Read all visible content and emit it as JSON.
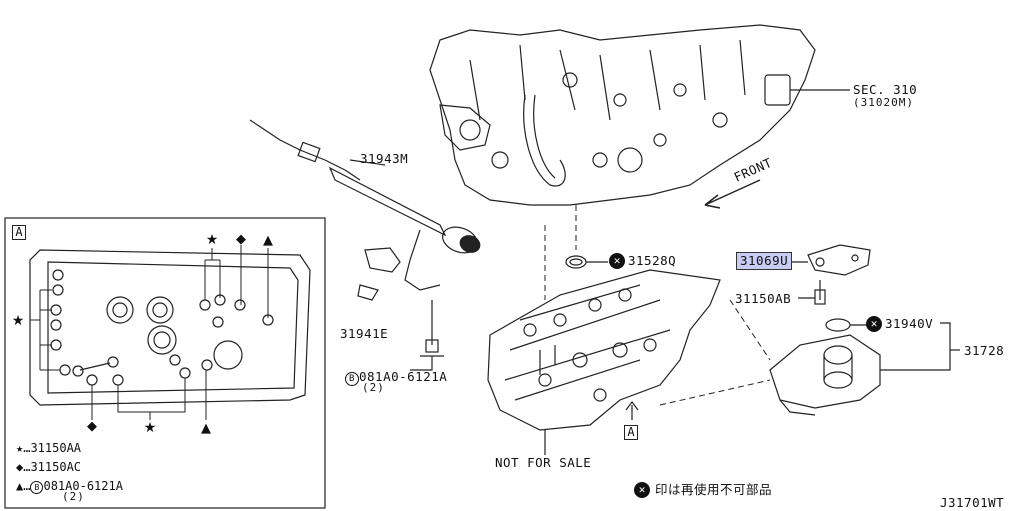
{
  "labels": {
    "p31943M": "31943M",
    "sec310": "SEC. 310",
    "sec310_sub": "(31020M)",
    "front": "FRONT",
    "p31528Q": "31528Q",
    "p31069U": "31069U",
    "p31150AB": "31150AB",
    "p31940V": "31940V",
    "p31728": "31728",
    "p31941E": "31941E",
    "bolt": "081A0-6121A",
    "bolt_qty": "(2)",
    "not_for_sale": "NOT FOR SALE",
    "ref_A": "A",
    "note_text": "印は再使用不可部品",
    "diagram_code": "J31701WT"
  },
  "inset": {
    "title": "A",
    "legend": [
      {
        "symbol": "★",
        "text": "…31150AA"
      },
      {
        "symbol": "◆",
        "text": "…31150AC"
      },
      {
        "symbol": "▲",
        "text": "…",
        "bolt": "081A0-6121A",
        "qty": "(2)"
      }
    ]
  },
  "highlight_color": "#c8cbf2"
}
